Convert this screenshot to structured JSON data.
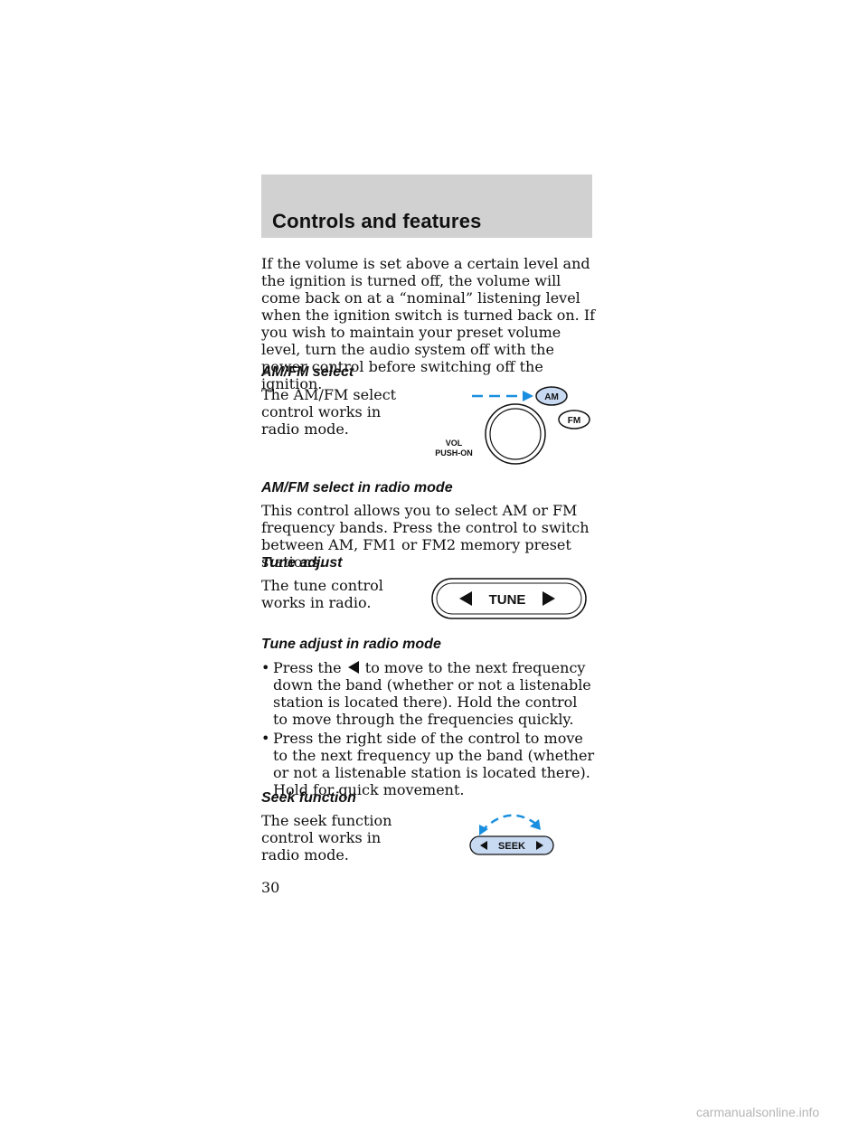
{
  "header": {
    "title": "Controls and features"
  },
  "intro": "If the volume is set above a certain level and the ignition is turned off, the volume will come back on at a “nominal” listening level when the ignition switch is turned back on. If you wish to maintain your preset volume level, turn the audio system off with the power control before switching off the ignition.",
  "sections": {
    "amfm": {
      "heading": "AM/FM select",
      "text": "The AM/FM select control works in radio mode.",
      "figure": {
        "am_label": "AM",
        "fm_label": "FM",
        "vol_label_1": "VOL",
        "vol_label_2": "PUSH-ON"
      }
    },
    "amfm_radio": {
      "heading": "AM/FM select in radio mode",
      "text": "This control allows you to select AM or FM frequency bands. Press the control to switch between AM, FM1 or FM2 memory preset stations."
    },
    "tune": {
      "heading": "Tune adjust",
      "text": "The tune control works in radio.",
      "figure": {
        "label": "TUNE"
      }
    },
    "tune_radio": {
      "heading": "Tune adjust in radio mode",
      "bullets": [
        {
          "marker": "•",
          "before": "Press the",
          "after": "to move to the next frequency down the band (whether or not a listenable station is located there). Hold the control to move through the frequencies quickly."
        },
        {
          "marker": "•",
          "text": "Press the right side of the control to move to the next frequency up the band (whether or not a listenable station is located there). Hold for quick movement."
        }
      ]
    },
    "seek": {
      "heading": "Seek function",
      "text": "The seek function control works in radio mode.",
      "figure": {
        "label": "SEEK"
      }
    }
  },
  "page_number": "30",
  "footer": {
    "watermark": "carmanualsonline.info"
  }
}
